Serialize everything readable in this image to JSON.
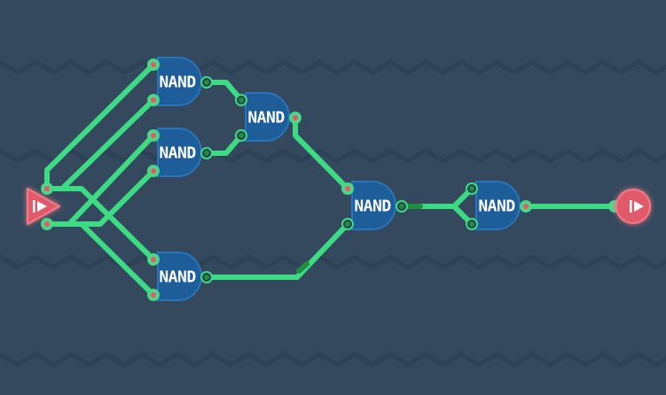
{
  "circuit": {
    "gates": [
      {
        "id": "g1",
        "label": "NAND"
      },
      {
        "id": "g2",
        "label": "NAND"
      },
      {
        "id": "g3",
        "label": "NAND"
      },
      {
        "id": "g4",
        "label": "NAND"
      },
      {
        "id": "g5",
        "label": "NAND"
      },
      {
        "id": "g6",
        "label": "NAND"
      }
    ],
    "input_icon": "play-arrow-icon",
    "output_icon": "play-arrow-icon"
  },
  "colors": {
    "background": "#34495e",
    "wire_on": "#3ddc84",
    "wire_dark": "#1f8f3f",
    "gate_fill": "#1d5d99",
    "gate_stroke": "#2a74b8",
    "pin_on": "#e05a6a",
    "io_node": "#e05a6a",
    "zigzag": "#2e4257"
  }
}
